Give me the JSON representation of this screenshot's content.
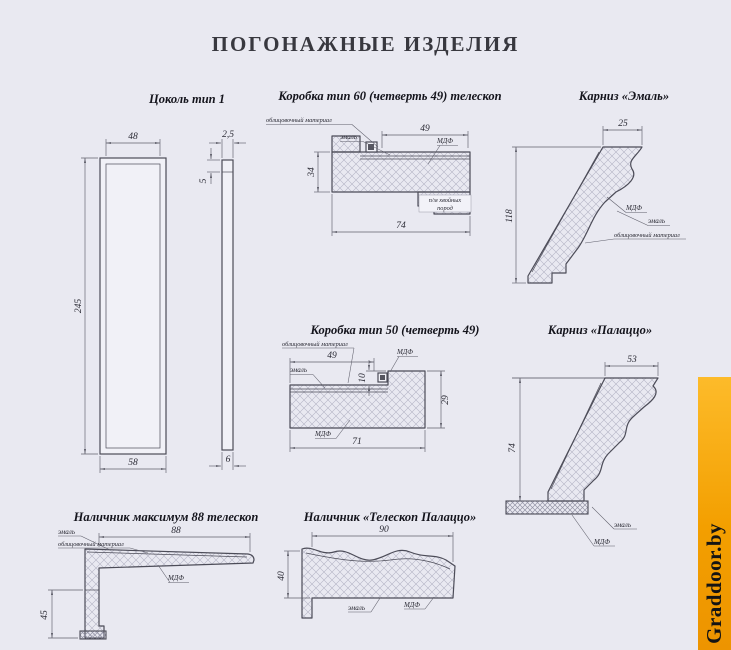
{
  "page": {
    "title": "ПОГОНАЖНЫЕ ИЗДЕЛИЯ",
    "brand": "Graddoor.by",
    "bg_color": "#e9e9f1",
    "accent_color": "#f39f00"
  },
  "materials": {
    "facing": "облицовочный материал",
    "enamel": "эмаль",
    "mdf": "МДФ",
    "softwood_line1": "п/м хвойных",
    "softwood_line2": "пород"
  },
  "plinth": {
    "title": "Цоколь тип 1",
    "dim_top_width": "48",
    "dim_strip_width": "2,5",
    "dim_strip_step": "5",
    "dim_height": "245",
    "dim_bottom_width": "58",
    "dim_strip_bottom": "6"
  },
  "frame60": {
    "title": "Коробка тип 60 (четверть 49) телескоп",
    "dim_top": "49",
    "dim_left": "34",
    "dim_bottom": "74"
  },
  "cornice_emal": {
    "title": "Карниз «Эмаль»",
    "dim_top": "25",
    "dim_left": "118"
  },
  "frame50": {
    "title": "Коробка тип 50 (четверть 49)",
    "dim_top": "49",
    "dim_step": "10",
    "dim_right": "29",
    "dim_bottom": "71"
  },
  "cornice_palazzo": {
    "title": "Карниз «Палаццо»",
    "dim_top": "53",
    "dim_left": "74"
  },
  "casing88": {
    "title": "Наличник максимум 88 телескоп",
    "dim_top": "88",
    "dim_left": "45"
  },
  "casing_palazzo": {
    "title": "Наличник «Телескоп Палаццо»",
    "dim_top": "90",
    "dim_left": "40"
  }
}
